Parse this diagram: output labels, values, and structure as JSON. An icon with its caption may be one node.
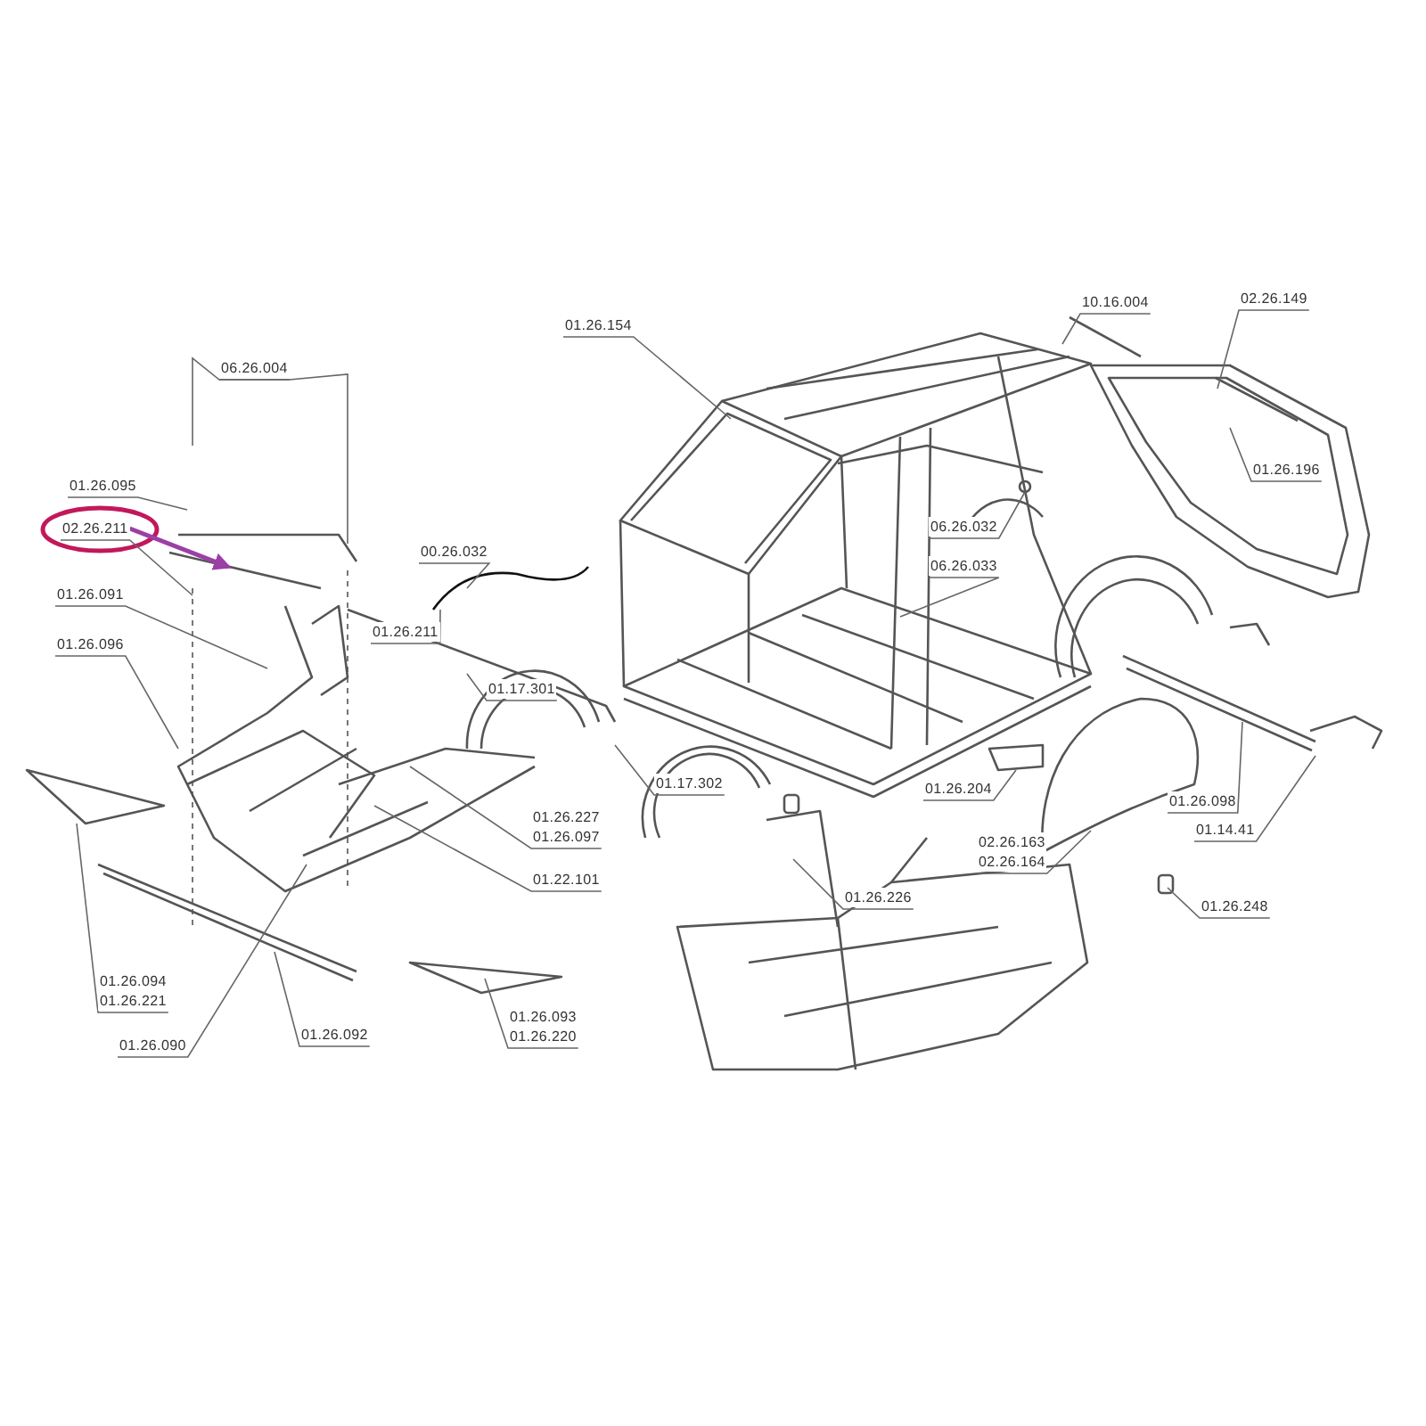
{
  "diagram": {
    "nodes": [
      {
        "text": [
          "06.26.004"
        ]
      },
      {
        "text": [
          "01.26.095"
        ]
      },
      {
        "text": [
          "02.26.211"
        ]
      },
      {
        "text": [
          "01.26.091"
        ]
      },
      {
        "text": [
          "01.26.096"
        ]
      },
      {
        "text": [
          "00.26.032"
        ]
      },
      {
        "text": [
          "01.26.211"
        ]
      },
      {
        "text": [
          "01.26.154"
        ]
      },
      {
        "text": [
          "10.16.004"
        ]
      },
      {
        "text": [
          "02.26.149"
        ]
      },
      {
        "text": [
          "01.26.196"
        ]
      },
      {
        "text": [
          "06.26.032"
        ]
      },
      {
        "text": [
          "06.26.033"
        ]
      },
      {
        "text": [
          "01.17.301"
        ]
      },
      {
        "text": [
          "01.17.302"
        ]
      },
      {
        "text": [
          "01.26.204"
        ]
      },
      {
        "text": [
          "01.26.227",
          "01.26.097"
        ]
      },
      {
        "text": [
          "01.22.101"
        ]
      },
      {
        "text": [
          "01.26.098"
        ]
      },
      {
        "text": [
          "01.14.41"
        ]
      },
      {
        "text": [
          "02.26.163",
          "02.26.164"
        ]
      },
      {
        "text": [
          "01.26.226"
        ]
      },
      {
        "text": [
          "01.26.248"
        ]
      },
      {
        "text": [
          "01.26.094",
          "01.26.221"
        ]
      },
      {
        "text": [
          "01.26.090"
        ]
      },
      {
        "text": [
          "01.26.092"
        ]
      },
      {
        "text": [
          "01.26.093",
          "01.26.220"
        ]
      }
    ],
    "edges": [
      {
        "from": 0,
        "to": null,
        "arrow": "none"
      },
      {
        "from": 0,
        "to": null,
        "arrow": "none"
      },
      {
        "from": 1,
        "to": null,
        "arrow": "none"
      },
      {
        "from": 2,
        "to": null,
        "arrow": "none"
      },
      {
        "from": 3,
        "to": null,
        "arrow": "none"
      },
      {
        "from": 4,
        "to": null,
        "arrow": "none"
      },
      {
        "from": 5,
        "to": null,
        "arrow": "none"
      },
      {
        "from": 6,
        "to": null,
        "arrow": "none"
      },
      {
        "from": 7,
        "to": null,
        "arrow": "none"
      },
      {
        "from": 8,
        "to": null,
        "arrow": "none"
      },
      {
        "from": 9,
        "to": null,
        "arrow": "none"
      },
      {
        "from": 10,
        "to": null,
        "arrow": "none"
      },
      {
        "from": 11,
        "to": null,
        "arrow": "none"
      },
      {
        "from": 12,
        "to": null,
        "arrow": "none"
      },
      {
        "from": 13,
        "to": null,
        "arrow": "none"
      },
      {
        "from": 14,
        "to": null,
        "arrow": "none"
      },
      {
        "from": 15,
        "to": null,
        "arrow": "none"
      },
      {
        "from": 16,
        "to": null,
        "arrow": "none"
      },
      {
        "from": 17,
        "to": null,
        "arrow": "none"
      },
      {
        "from": 18,
        "to": null,
        "arrow": "none"
      },
      {
        "from": 19,
        "to": null,
        "arrow": "none"
      },
      {
        "from": 20,
        "to": null,
        "arrow": "none"
      },
      {
        "from": 21,
        "to": null,
        "arrow": "none"
      },
      {
        "from": 22,
        "to": null,
        "arrow": "none"
      },
      {
        "from": 23,
        "to": null,
        "arrow": "none"
      },
      {
        "from": 24,
        "to": null,
        "arrow": "none"
      },
      {
        "from": 25,
        "to": null,
        "arrow": "none"
      },
      {
        "from": 26,
        "to": null,
        "arrow": "none"
      },
      {
        "from": 2,
        "to": null,
        "arrow": "to",
        "style": "thick",
        "color": "#9b3fa6"
      }
    ]
  }
}
